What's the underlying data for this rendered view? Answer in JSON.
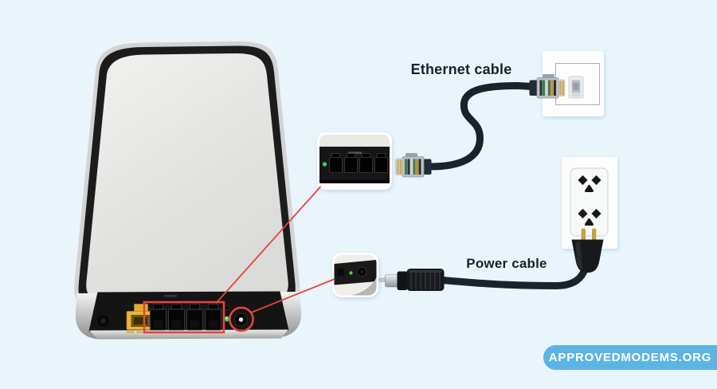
{
  "labels": {
    "ethernet_cable": "Ethernet cable",
    "power_cable": "Power cable"
  },
  "badge": {
    "text": "APPROVEDMODEMS.ORG"
  },
  "colors": {
    "background": "#e9f4fb",
    "cable": "#19232e",
    "annotation_red": "#e2463c",
    "badge_background": "#5cb4e4",
    "badge_text": "#ffffff",
    "led_green": "#3ed44d",
    "wan_port_yellow": "#e8b536",
    "label_text": "#182230",
    "router_face": "#e6e6e4",
    "router_frame": "#1c1c1c"
  },
  "device": {
    "lan_ports": 4,
    "wan_ports": 1,
    "power_ports": 1
  },
  "callouts": {
    "highlighted_regions": "lan-ports, power-port"
  }
}
